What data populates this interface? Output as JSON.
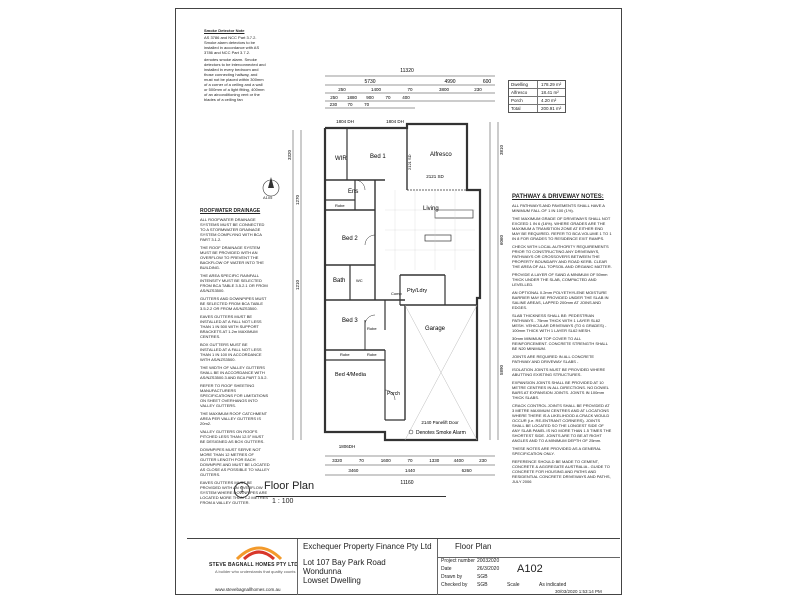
{
  "smoke_notes": {
    "title": "Smoke Detector Note",
    "line1": "AS 3786 and NCC Part 3.7.2.",
    "line2": "Smoke alarm detectors to be installed in accordance with AS 3786 and NCC Part 3.7.2.",
    "legend": "denotes smoke alarm. Smoke detectors to be interconnected and installed in every bedroom and those connecting hallway, and must not be placed within 300mm of a corner of a ceiling and a wall or 500mm of a light fitting, 400mm of an airconditioning vent or the blades of a ceiling fan"
  },
  "area_table": [
    {
      "label": "Dwelling",
      "value": "178.29 m²"
    },
    {
      "label": "Alfresco",
      "value": "18.41 m²"
    },
    {
      "label": "Porch",
      "value": "4.20 m²"
    },
    {
      "label": "Total",
      "value": "200.91 m²"
    }
  ],
  "dims": {
    "top_overall": "11320",
    "top_a": "5730",
    "top_b": "4990",
    "top_c": "600",
    "top_row2": [
      "250",
      "1400",
      "70",
      "3800",
      "230"
    ],
    "top_row3": [
      "250",
      "1880",
      "900",
      "70",
      "400"
    ],
    "top_row4": [
      "230",
      "70",
      "70"
    ],
    "win1": "1804 DH",
    "win2": "1804 DH",
    "sd1": "2121 SD",
    "sd2": "2121 SD",
    "right_v1": "3810",
    "right_v2": "6060",
    "right_v3": "5890",
    "left_v1": "3320",
    "left_v2": "1270",
    "left_v3": "1210",
    "bot_row1": [
      "3320",
      "70",
      "1600",
      "70",
      "1330",
      "4400",
      "230"
    ],
    "bot_row2": [
      "3460",
      "1440",
      "6260"
    ],
    "bot_overall": "11160",
    "garage_door": "2140 Panelift Door",
    "win_bot": "1806DH",
    "smoke_legend": "Denotes Smoke Alarm",
    "north": "A105"
  },
  "rooms": {
    "wir": "WIR",
    "bed1": "Bed 1",
    "alfresco": "Alfresco",
    "ens": "Ens",
    "robe1": "Robe",
    "living": "Living",
    "bed2": "Bed 2",
    "bath": "Bath",
    "wc": "WC",
    "pty": "Pty/Ldry",
    "comp": "Comp",
    "bed3": "Bed 3",
    "robe2": "Robe",
    "robe3": "Robe",
    "garage": "Garage",
    "bed4": "Bed 4/Media",
    "porch": "Porch",
    "robe4": "Robe"
  },
  "roofwater": {
    "title": "ROOFWATER DRAINAGE",
    "paras": [
      "ALL ROOFWATER DRAINAGE SYSTEMS MUST BE CONNECTED TO A STORMWATER DRAINAGE SYSTEM COMPLYING WITH BCA PART 3.1.2.",
      "THE ROOF DRAINAGE SYSTEM MUST BE PROVIDED WITH AN OVERFLOW TO PREVENT THE BACKFLOW OF WATER INTO THE BUILDING.",
      "THE AREA SPECIFIC RAINFALL INTENSITY MUST BE SELECTED FROM BCA TABLE 3.5.2.1 OR FROM AS/NZS3500.",
      "GUTTERS AND DOWNPIPES MUST BE SELECTED FROM BCA TABLE 3.5.2.2 OR FROM AS/NZS3500.",
      "EAVES GUTTERS MUST BE INSTALLED AT A FALL NOT LESS THAN 1 IN 500 WITH SUPPORT BRACKETS AT 1.2m MAXIMUM CENTRES.",
      "BOX GUTTERS MUST BE INSTALLED AT A FALL NOT LESS THAN 1 IN 100 IN ACCORDANCE WITH AS/NZS3500.",
      "THE WIDTH OF VALLEY GUTTERS SHALL BE IN ACCORDANCE WITH AS/NZS3500.3 AND BCA PART 3.5.2.",
      "REFER TO ROOF SHEETING MANUFACTURERS SPECIFICATIONS FOR LIMITATIONS ON SHEET OVERHANGS INTO VALLEY GUTTERS.",
      "THE MAXIMUM ROOF CATCHMENT AREA PER VALLEY GUTTERS IS 20m2.",
      "VALLEY GUTTERS ON ROOFS PITCHED LESS THAN 12.5° MUST BE DESIGNED AS BOX GUTTERS.",
      "DOWNPIPES MUST SERVE NOT MORE THAN 12 METRES OF GUTTER LENGTH FOR EACH DOWNPIPE AND MUST BE LOCATED AS CLOSE AS POSSIBLE TO VALLEY GUTTERS.",
      "EAVES GUTTERS MUST BE PROVIDED WITH AN OVERFLOW SYSTEM WHERE DOWNPIPES ARE LOCATED MORE THAN 1.2 METRES FROM A VALLEY GUTTER."
    ]
  },
  "pathway": {
    "title": "PATHWAY & DRIVEWAY NOTES:",
    "paras": [
      "ALL PATHWAYS AND PAVEMENTS SHALL HAVE A MINIMUM FALL OF 1 IN 100 (1%).",
      "THE MAXIMUM GRADE OF DRIVEWAYS SHALL NOT EXCEED 1 IN 6 (16%). WHERE GRADES ARE THE MAXIMUM A TRANSITION ZONE AT EITHER END MAY BE REQUIRED. REFER TO BCA VOLUME 1 TO 1 IN 8 FOR GRADES TO RESIDENCE EXIT RAMPS.",
      "CHECK WITH LOCAL AUTHORITY REQUIREMENTS PRIOR TO CONSTRUCTING ANY DRIVEWAYS, PATHWAYS OR CROSSOVERS BETWEEN THE PROPERTY BOUNDARY AND ROAD KERB. CLEAR THE AREA OF ALL TOPSOIL AND ORGANIC MATTER.",
      "PROVIDE A LAYER OF SAND A MINIMUM OF 50mm THICK UNDER THE SLAB, COMPACTED AND LEVELLED.",
      "AN OPTIONAL 0.2mm POLYETHYLENE MOISTURE BARRIER MAY BE PROVIDED UNDER THE SLAB IN SALINE AREAS, LAPPED 200mm AT JOINS AND EDGES.",
      "SLAB THICKNESS SHALL BE: PEDESTRIAN PATHWAYS - 75mm THICK WITH 1 LAYER SL62 MESH. VEHICULAR DRIVEWAYS (TO 6 GRADES) - 100mm THICK WITH 1 LAYER SL62 MESH.",
      "30mm MINIMUM TOP COVER TO ALL REINFORCEMENT. CONCRETE STRENGTH SHALL BE N20 MINIMUM.",
      "JOINTS ARE REQUIRED IN ALL CONCRETE PATHWAY AND DRIVEWAY SLABS -",
      "ISOLATION JOINTS MUST BE PROVIDED WHERE ABUTTING EXISTING STRUCTURES.",
      "EXPANSION JOINTS SHALL BE PROVIDED AT 10 METRE CENTRES IN ALL DIRECTIONS. NO DOWEL BARS AT EXPANSION JOINTS. JOINTS IN 100mm THICK SLABS.",
      "CRACK CONTROL JOINTS SHALL BE PROVIDED AT 3 METRE MAXIMUM CENTRES AND AT LOCATIONS WHERE THERE IS A LIKELIHOOD A CRACK WOULD OCCUR (i.e. RE-ENTRANT CORNERS). JOINTS SHALL BE LOCATED SO THE LONGEST SIDE OF ANY SLAB PANEL IS NO MORE THAN 1.5 TIMES THE SHORTEST SIDE. JOINTS ARE TO BE AT RIGHT ANGLES AND TO A MINIMUM DEPTH OF 25mm.",
      "THESE NOTES ARE PROVIDED AS A GENERAL SPECIFICATION ONLY.",
      "REFERENCE SHOULD BE MADE TO CEMENT, CONCRETE & AGGREGATE AUSTRALIA - GUIDE TO CONCRETE FOR HOUSING AND PATHS AND RESIDENTIAL CONCRETE DRIVEWAYS AND PATHS, JULY 2006"
    ]
  },
  "plan_title": {
    "number": "1",
    "title": "Floor Plan",
    "scale": "1 : 100"
  },
  "title_block": {
    "company": "STEVE BAGNALL HOMES PTY LTD",
    "tagline": "A builder who understands that quality counts",
    "website": "www.stevebagnallhomes.com.au",
    "client": "Exchequer Property Finance Pty Ltd",
    "address1": "Lot 107 Bay Park Road",
    "address2": "Wondunna",
    "address3": "Lowset Dwelling",
    "sheet_title": "Floor Plan",
    "project_number_label": "Project number",
    "project_number": "20032020",
    "date_label": "Date",
    "date": "26/3/2020",
    "drawn_label": "Drawn by",
    "drawn": "SGB",
    "checked_label": "Checked by",
    "checked": "SGB",
    "scale_label": "Scale",
    "scale": "As indicated",
    "sheet_number": "A102",
    "timestamp": "30/03/2020 1:53:14 PM"
  },
  "colors": {
    "logo_red": "#d8372a",
    "logo_orange": "#f39a2b",
    "line": "#333333",
    "light_line": "#9a9a9a"
  }
}
